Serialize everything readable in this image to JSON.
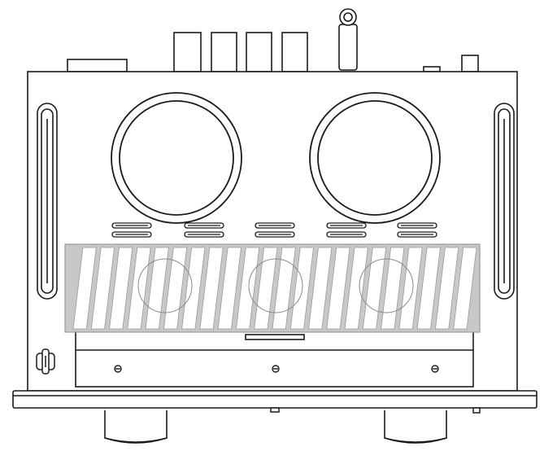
{
  "diagram": {
    "subject": "amplifier-top-view",
    "line_color": "#1a1a1a",
    "fill_color": "#ffffff",
    "grill_fill": "#c8c8c8",
    "grill_slot_fill": "#ffffff",
    "components": {
      "rear_connectors_count": 4,
      "transformers_count": 2,
      "vent_groups_count": 5,
      "grill_slats_count": 22,
      "heatsink_circles_count": 3,
      "front_screws_count": 3,
      "knobs_count": 2,
      "side_handles_count": 2
    }
  }
}
